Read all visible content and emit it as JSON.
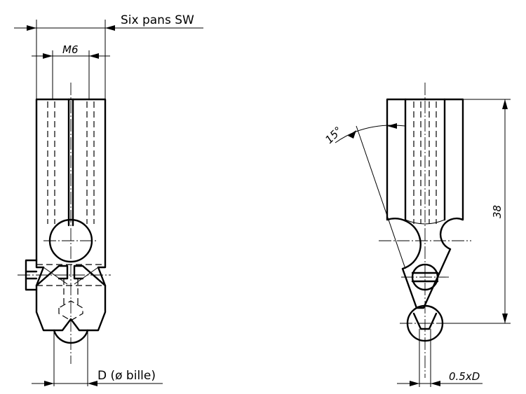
{
  "front_view": {
    "hex_label": "Six pans SW",
    "thread_label": "M6",
    "ball_label": "D (ø bille)"
  },
  "side_view": {
    "angle_label": "15°",
    "height_label": "38",
    "offset_label": "0.5xD"
  }
}
